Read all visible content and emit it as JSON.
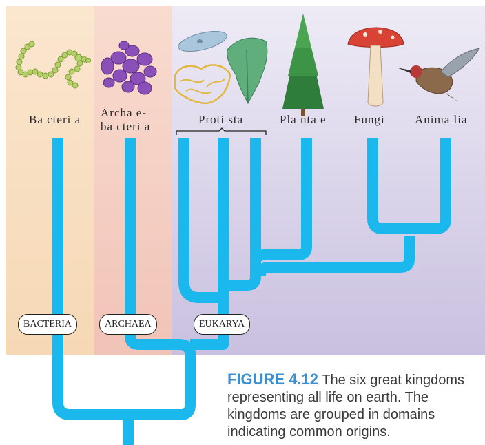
{
  "kingdoms": [
    {
      "label": "Ba cteri a"
    },
    {
      "label_line1": "Archa e-",
      "label_line2": "ba cteri a"
    },
    {
      "label": "Proti sta"
    },
    {
      "label": "Pla nta e"
    },
    {
      "label": "Fungi"
    },
    {
      "label": "Anima lia"
    }
  ],
  "domains": [
    {
      "label": "BACTERIA"
    },
    {
      "label": "ARCHAEA"
    },
    {
      "label": "EUKARYA"
    }
  ],
  "caption": {
    "number": "FIGURE 4.12",
    "text": "The six great kingdoms representing all life on earth. The kingdoms are grouped in domains indicating common origins."
  },
  "colors": {
    "branch": "#1ab8ec",
    "bacteria_band": "#f8dfc0",
    "archaea_band": "#f5cfc8",
    "eukarya_band": "#d9d3e8"
  }
}
